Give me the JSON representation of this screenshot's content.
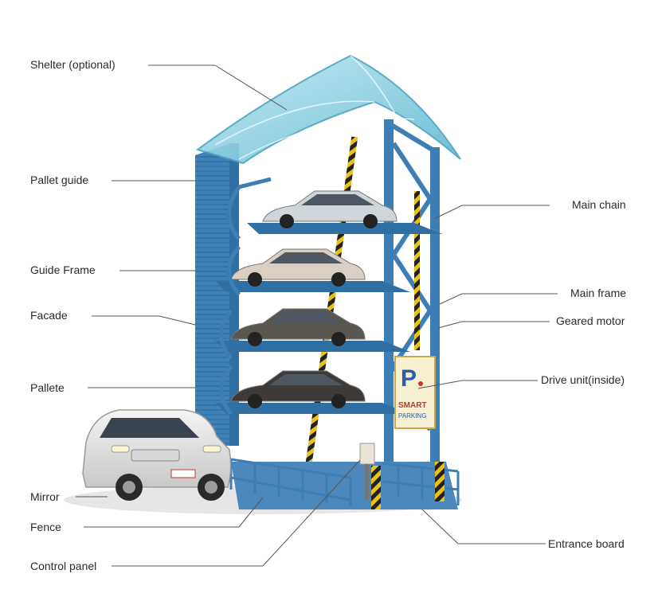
{
  "diagram": {
    "labels_left": {
      "shelter": "Shelter (optional)",
      "pallet_guide": "Pallet guide",
      "guide_frame": "Guide Frame",
      "facade": "Facade",
      "pallete": "Pallete",
      "mirror": "Mirror",
      "fence": "Fence",
      "control_panel": "Control panel"
    },
    "labels_right": {
      "main_chain": "Main chain",
      "main_frame": "Main frame",
      "geared_motor": "Geared motor",
      "drive_unit": "Drive unit(inside)",
      "entrance_board": "Entrance board"
    },
    "sign": {
      "letter": "P",
      "line1": "SMART",
      "line2": "PARKING"
    },
    "colors": {
      "structure_blue": "#3d7fb5",
      "shelter_cyan": "#8fd3e3",
      "hazard_yellow": "#e8c21a",
      "leader_line": "#555555"
    }
  }
}
